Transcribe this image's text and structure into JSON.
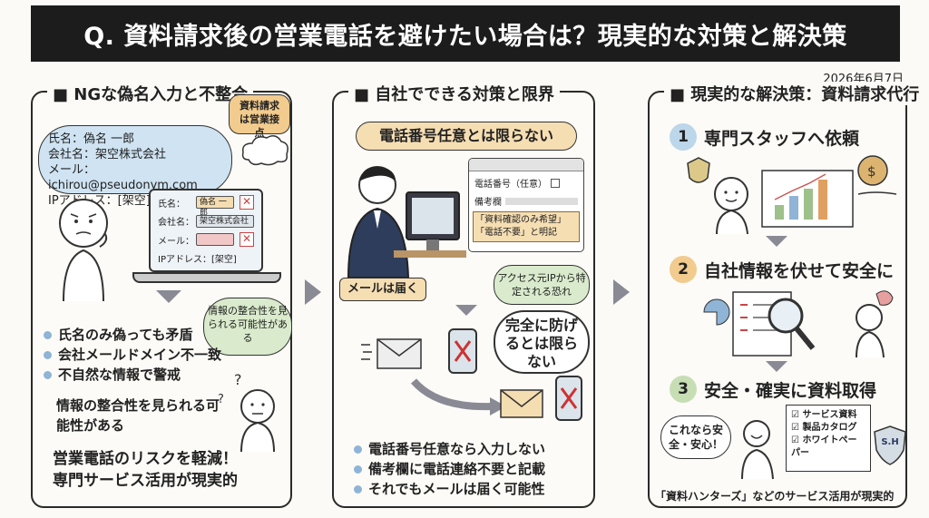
{
  "title": "Q. 資料請求後の営業電話を避けたい場合は？現実的な対策と解決策",
  "date": "2026年6月7日",
  "panel1": {
    "heading": "■ NGな偽名入力と不整合",
    "thought_tag": "資料請求は営業接点",
    "fake_info_lines": [
      "氏名：偽名 一郎",
      "会社名：架空株式会社",
      "メール：ichirou@pseudonym.com",
      "IPアドレス：[架空]"
    ],
    "form": {
      "name_label": "氏名：",
      "name_value": "偽名 一郎",
      "company_label": "会社名：",
      "company_value": "架空株式会社",
      "email_label": "メール：",
      "ip_text": "IPアドレス：[架空]"
    },
    "side_bubble": "情報の整合性を見られる可能性がある",
    "bullets": [
      "氏名のみ偽っても矛盾",
      "会社メールドメイン不一致",
      "不自然な情報で警戒"
    ],
    "note": "情報の整合性を見られる可能性がある",
    "conclusion_1": "営業電話のリスクを軽減！",
    "conclusion_2": "専門サービス活用が現実的"
  },
  "panel2": {
    "heading": "■ 自社でできる対策と限界",
    "banner": "電話番号任意とは限らない",
    "browser_phone": "電話番号（任意）",
    "browser_memo": "備考欄",
    "browser_note": "「資料確認のみ希望」「電話不要」と明記",
    "mail_arrives": "メールは届く",
    "ip_identify": "アクセス元IPから特定される恐れ",
    "cannot_prevent": "完全に防げるとは限らない",
    "bullets": [
      "電話番号任意なら入力しない",
      "備考欄に電話連絡不要と記載",
      "それでもメールは届く可能性"
    ]
  },
  "panel3": {
    "heading": "■ 現実的な解決策：資料請求代行",
    "step1_num": "1",
    "step1": "専門スタッフへ依頼",
    "step2_num": "2",
    "step2": "自社情報を伏せて安全に",
    "step3_num": "3",
    "step3": "安全・確実に資料取得",
    "relief": "これなら安全・安心！",
    "docs": [
      "サービス資料",
      "製品カタログ",
      "ホワイトペーパー"
    ],
    "shield": "S.H",
    "footer": "「資料ハンターズ」などのサービス活用が現実的"
  }
}
